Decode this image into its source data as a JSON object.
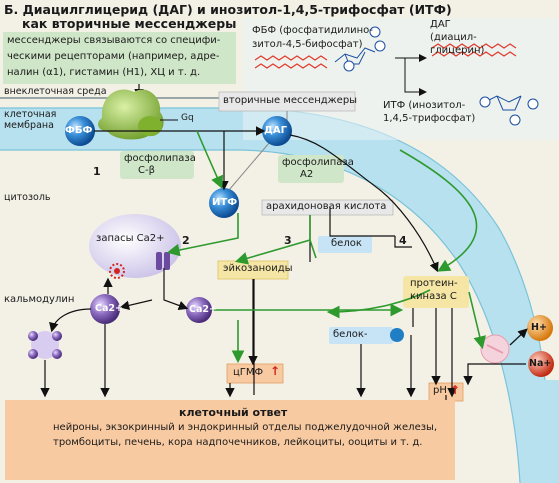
{
  "title_line1": "Б. Диацилглицерид (ДАГ) и инозитол-1,4,5-трифосфат (ИТФ)",
  "title_line2": "как вторичные мессенджеры",
  "info_box": [
    "мессенджеры связываются со специфи-",
    "ческими рецепторами (например, адре-",
    "налин (α1), гистамин (H1), ХЦ и т. д."
  ],
  "pip2_label": [
    "ФБФ (фосфатидилино-",
    "зитол-4,5-бифосфат)"
  ],
  "dag_label": [
    "ДАГ",
    "(диацил-",
    "глицерин)"
  ],
  "ip3_label": [
    "ИТФ (инозитол-",
    "1,4,5-трифосфат)"
  ],
  "extracellular": "внеклеточная среда",
  "membrane": [
    "клеточная",
    "мембрана"
  ],
  "cytosol": "цитозоль",
  "gq": "Gq",
  "second_messengers": "вторичные мессенджеры",
  "fbf": "ФБФ",
  "dag": "ДАГ",
  "itf": "ИТФ",
  "plc": [
    "фосфолипаза",
    "С-β"
  ],
  "pla2": [
    "фосфолипаза",
    "А2"
  ],
  "arachidonic": "арахидоновая кислота",
  "ca_stores": "запасы Ca2+",
  "ca": "Ca2+",
  "calmodulin": "кальмодулин",
  "eicosanoids": "эйкозаноиды",
  "cgmp": "цГМФ",
  "protein": "белок",
  "protein_p": "белок-",
  "pkc": [
    "протеин-",
    "киназа С"
  ],
  "h": "H+",
  "na": "Na+",
  "ph": "pH",
  "numbers": [
    "1",
    "2",
    "3",
    "4"
  ],
  "response_title": "клеточный ответ",
  "response_text": [
    "нейроны, экзокринный и эндокринный отделы поджелудочной железы,",
    "тромбоциты, печень, кора надпочечников, лейкоциты, ооциты и т. д."
  ],
  "colors": {
    "membrane": "#8fd0e3",
    "green_box": "#cfe6c8",
    "orange_box": "#f8caa2",
    "yellow_box": "#f5e6a6",
    "blue_ball": "#1f7ec4",
    "purple_ball": "#7a52a8"
  }
}
